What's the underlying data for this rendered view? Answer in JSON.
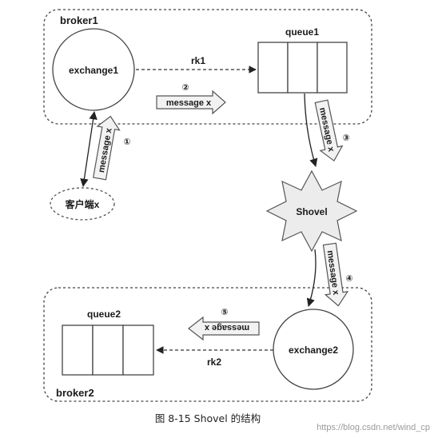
{
  "diagram": {
    "broker_top": "broker1",
    "broker_bottom": "broker2",
    "exchange_top": "exchange1",
    "exchange_bottom": "exchange2",
    "queue_top": "queue1",
    "queue_bottom": "queue2",
    "routing_key_top": "rk1",
    "routing_key_bottom": "rk2",
    "client": "客户端x",
    "shovel": "Shovel",
    "message": "message x",
    "steps": [
      "①",
      "②",
      "③",
      "④",
      "⑤"
    ]
  },
  "caption": "图 8-15   Shovel 的结构",
  "watermark": "https://blog.csdn.net/wind_cp",
  "colors": {
    "line": "#333333",
    "arrow_fill": "#f2f2f2",
    "arrow_stroke": "#555555",
    "shovel_fill": "#ececec",
    "box_stroke": "#444444"
  }
}
